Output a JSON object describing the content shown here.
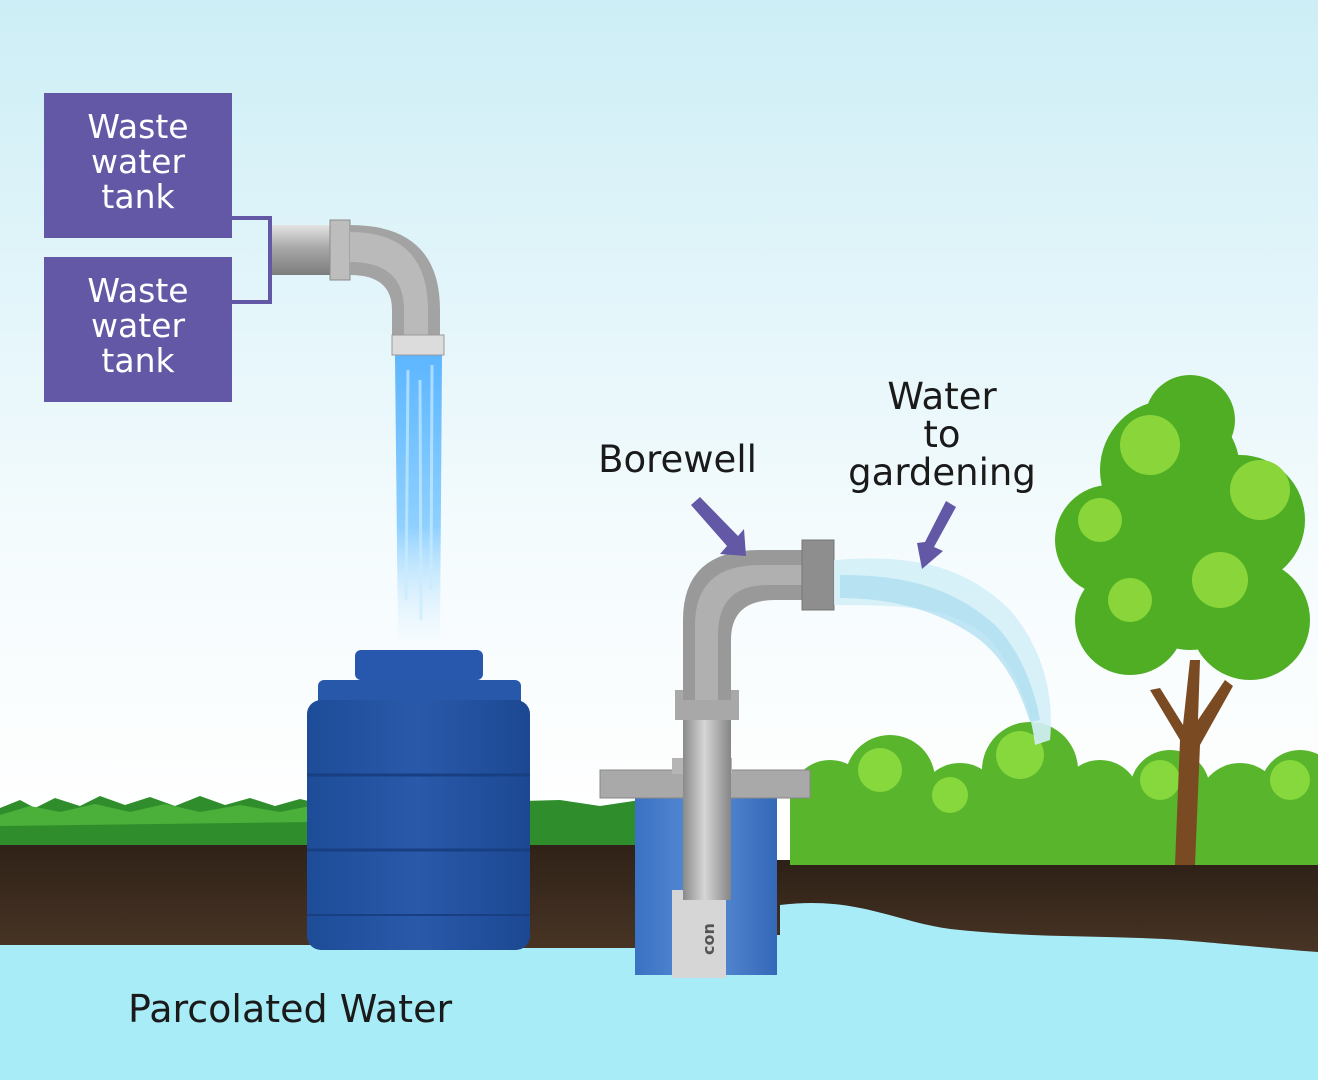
{
  "labels": {
    "waste_tank_top": [
      "Waste",
      "water",
      "tank"
    ],
    "waste_tank_bottom": [
      "Waste",
      "water",
      "tank"
    ],
    "borewell": "Borewell",
    "water_to_gardening": [
      "Water",
      "to",
      "gardening"
    ],
    "parcolated_water": "Parcolated Water",
    "pump_brand_fragment": "con"
  },
  "colors": {
    "label_box": "#6358a6",
    "arrow": "#6358a6",
    "sky_top": "#cdeef6",
    "sky_bottom": "#ffffff",
    "ground_water": "#a7ecf7",
    "tank_blue": "#1f4f9e",
    "soil": "#3a2a1c",
    "grass": "#2e8f2a",
    "foliage": "#68c92a"
  }
}
